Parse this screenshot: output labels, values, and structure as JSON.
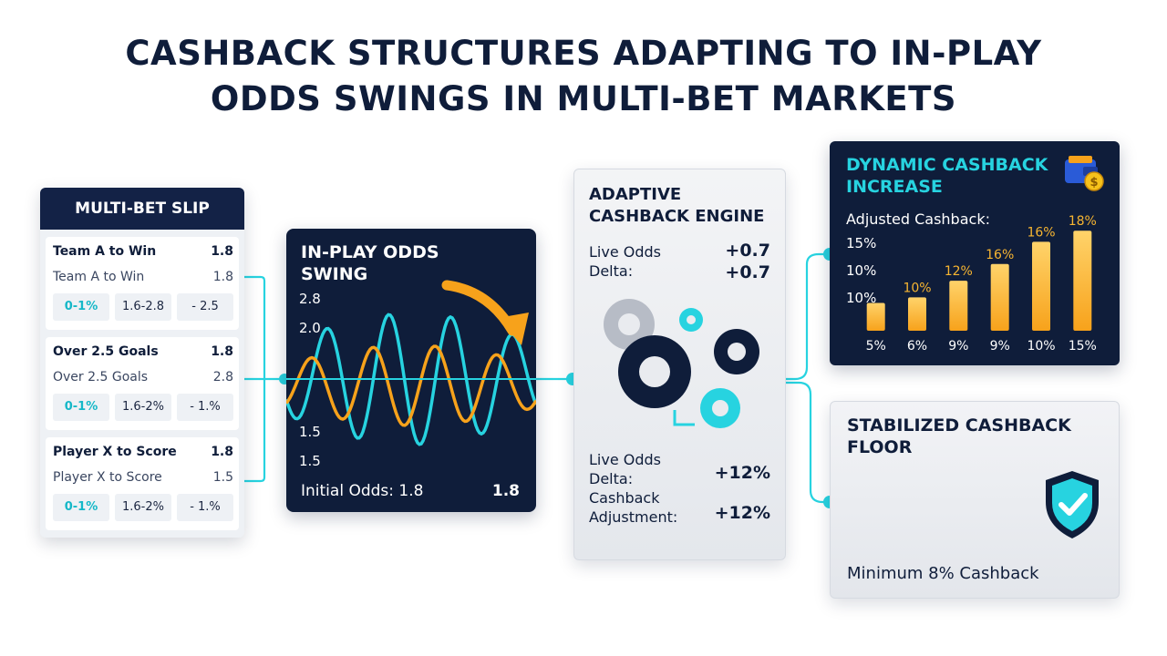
{
  "title": {
    "line1": "CASHBACK STRUCTURES ADAPTING TO IN-PLAY",
    "line2": "ODDS SWINGS IN MULTI-BET MARKETS"
  },
  "slip": {
    "header": "MULTI-BET SLIP",
    "items": [
      {
        "name": "Team A to Win",
        "odds": "1.8",
        "sub_name": "Team A to Win",
        "sub_odds": "1.8",
        "chips": [
          "0-1%",
          "1.6-2.8",
          "- 2.5"
        ]
      },
      {
        "name": "Over 2.5 Goals",
        "odds": "1.8",
        "sub_name": "Over 2.5 Goals",
        "sub_odds": "2.8",
        "chips": [
          "0-1%",
          "1.6-2%",
          "- 1.%"
        ]
      },
      {
        "name": "Player X to Score",
        "odds": "1.8",
        "sub_name": "Player X to Score",
        "sub_odds": "1.5",
        "chips": [
          "0-1%",
          "1.6-2%",
          "- 1.%"
        ]
      }
    ]
  },
  "swing": {
    "title": "IN-PLAY ODDS SWING",
    "ticks": [
      "2.8",
      "2.0",
      "1.5",
      "1.5"
    ],
    "footer_label": "Initial Odds: 1.8",
    "footer_value": "1.8"
  },
  "engine": {
    "title": "ADAPTIVE CASHBACK ENGINE",
    "top_label": "Live Odds Delta:",
    "top_value1": "+0.7",
    "top_value2": "+0.7",
    "bottom_label1": "Live Odds Delta:",
    "bottom_value1": "+12%",
    "bottom_label2": "Cashback Adjustment:",
    "bottom_value2": "+12%"
  },
  "dynamic": {
    "title": "DYNAMIC CASHBACK INCREASE",
    "subtitle": "Adjusted Cashback:",
    "yticks": [
      "15%",
      "10%",
      "10%"
    ]
  },
  "chart_data": {
    "type": "bar",
    "categories": [
      "5%",
      "6%",
      "9%",
      "9%",
      "10%",
      "15%"
    ],
    "values": [
      5,
      6,
      9,
      12,
      16,
      18
    ],
    "data_labels": [
      "",
      "10%",
      "12%",
      "16%",
      "16%",
      "18%"
    ],
    "ylim": [
      0,
      20
    ],
    "colors": {
      "bar": "#f7a21b",
      "bar_top": "#ffd36a"
    }
  },
  "stabilized": {
    "title": "STABILIZED CASHBACK FLOOR",
    "footer": "Minimum 8% Cashback"
  },
  "colors": {
    "navy": "#0f1d3a",
    "teal": "#27d3e0",
    "orange": "#f7a21b"
  },
  "icons": [
    "gear-icon",
    "wallet-icon",
    "coin-icon",
    "shield-check-icon",
    "arrow-icon"
  ]
}
